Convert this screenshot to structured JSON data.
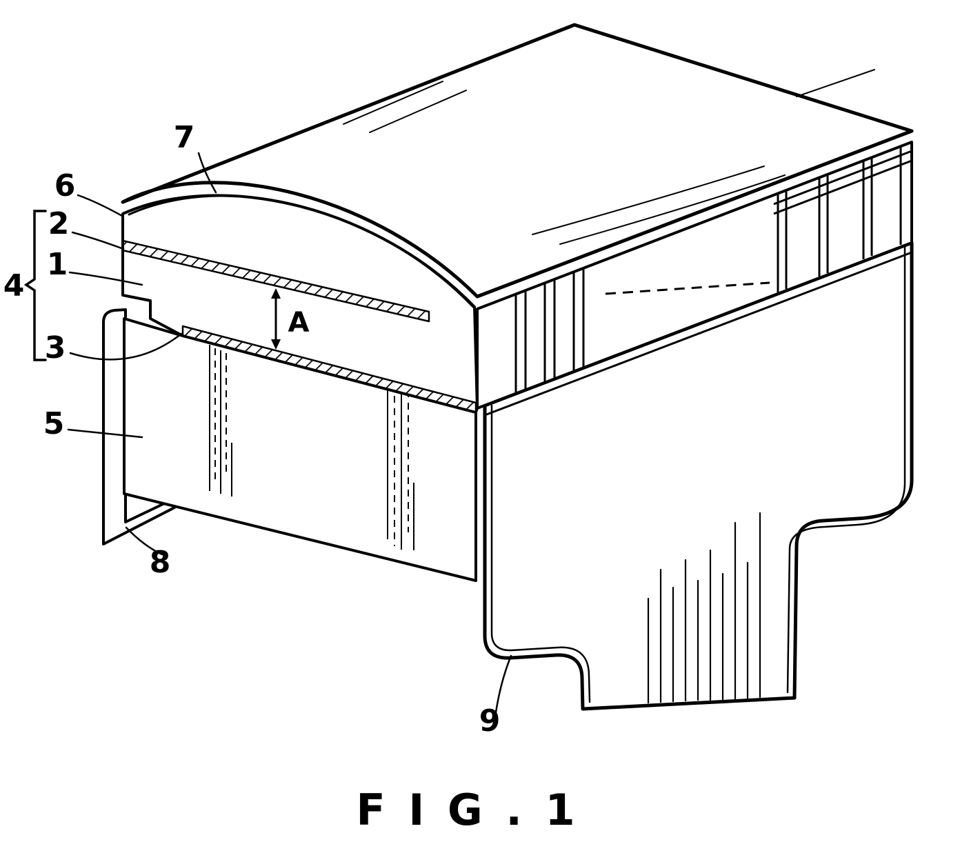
{
  "figure": {
    "caption": "F I G . 1",
    "ink_color": "#000000",
    "paper_color": "#ffffff"
  },
  "labels": {
    "ref1": "1",
    "ref2": "2",
    "ref3": "3",
    "ref4": "4",
    "ref5": "5",
    "ref6": "6",
    "ref7": "7",
    "ref8": "8",
    "ref9": "9",
    "dim_a": "A"
  }
}
